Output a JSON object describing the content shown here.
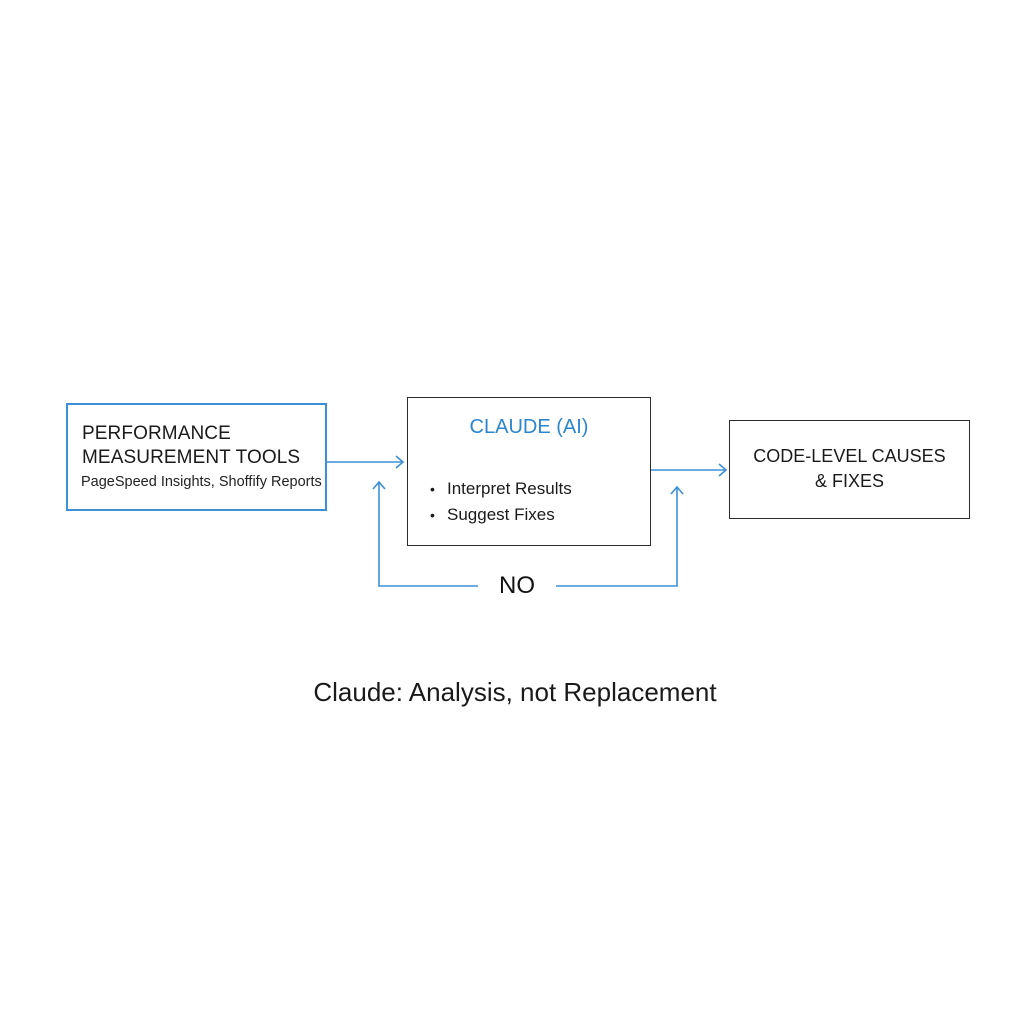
{
  "diagram": {
    "boxes": {
      "tools": {
        "title_line1": "PERFORMANCE",
        "title_line2": "MEASUREMENT TOOLS",
        "subtitle": "PageSpeed Insights, Shoffify Reports"
      },
      "claude": {
        "title": "CLAUDE (AI)",
        "bullets": [
          "Interpret Results",
          "Suggest Fixes"
        ]
      },
      "causes": {
        "line1": "CODE-LEVEL CAUSES",
        "line2": "& FIXES"
      }
    },
    "loop_label": "NO",
    "caption": "Claude: Analysis, not Replacement",
    "colors": {
      "accent": "#3d8fd6",
      "accent_text": "#2a86cf",
      "border_dark": "#2b2b2b",
      "text": "#1a1a1a"
    },
    "bullet_glyph": "•"
  }
}
